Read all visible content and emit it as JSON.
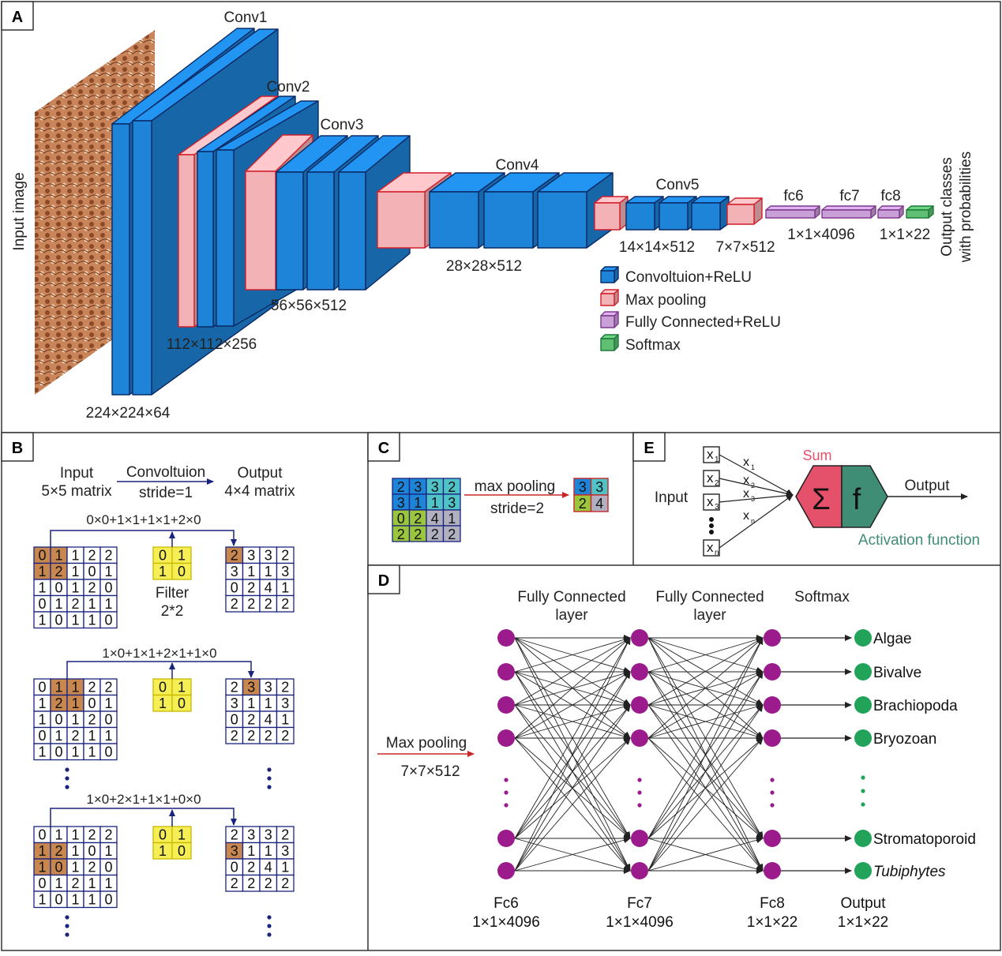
{
  "panel_a": {
    "letter": "A",
    "input_label": "Input image",
    "layers": {
      "conv1": "Conv1",
      "conv2": "Conv2",
      "conv3": "Conv3",
      "conv4": "Conv4",
      "conv5": "Conv5",
      "fc6": "fc6",
      "fc7": "fc7",
      "fc8": "fc8"
    },
    "dims": {
      "d1": "224×224×64",
      "d2": "112×112×256",
      "d3": "56×56×512",
      "d4": "28×28×512",
      "d5": "14×14×512",
      "d6": "7×7×512",
      "d7": "1×1×4096",
      "d8": "1×1×22"
    },
    "output_line1": "Output classes",
    "output_line2": "with probabilities",
    "legend": [
      "Convoltuion+ReLU",
      "Max pooling",
      "Fully Connected+ReLU",
      "Softmax"
    ]
  },
  "panel_b": {
    "letter": "B",
    "input_line1": "Input",
    "input_line2": "5×5 matrix",
    "arrow_top": "Convoltuion",
    "arrow_bottom": "stride=1",
    "output_line1": "Output",
    "output_line2": "4×4 matrix",
    "filter_line1": "Filter",
    "filter_line2": "2*2",
    "equations": [
      "0×0+1×1+1×1+2×0",
      "1×0+1×1+2×1+1×0",
      "1×0+2×1+1×1+0×0"
    ],
    "input_matrix": [
      [
        "0",
        "1",
        "1",
        "2",
        "2"
      ],
      [
        "1",
        "2",
        "1",
        "0",
        "1"
      ],
      [
        "1",
        "0",
        "1",
        "2",
        "0"
      ],
      [
        "0",
        "1",
        "2",
        "1",
        "1"
      ],
      [
        "1",
        "0",
        "1",
        "1",
        "0"
      ]
    ],
    "filter_matrix": [
      [
        "0",
        "1"
      ],
      [
        "1",
        "0"
      ]
    ],
    "output_matrix": [
      [
        "2",
        "3",
        "3",
        "2"
      ],
      [
        "3",
        "1",
        "1",
        "3"
      ],
      [
        "0",
        "2",
        "4",
        "1"
      ],
      [
        "2",
        "2",
        "2",
        "2"
      ]
    ]
  },
  "panel_c": {
    "letter": "C",
    "label_top": "max pooling",
    "label_bottom": "stride=2",
    "input_matrix": [
      [
        "2",
        "3",
        "3",
        "2"
      ],
      [
        "3",
        "1",
        "1",
        "3"
      ],
      [
        "0",
        "2",
        "4",
        "1"
      ],
      [
        "2",
        "2",
        "2",
        "2"
      ]
    ],
    "output_matrix": [
      [
        "3",
        "3"
      ],
      [
        "2",
        "4"
      ]
    ]
  },
  "panel_d": {
    "letter": "D",
    "header1_line1": "Fully Connected",
    "header1_line2": "layer",
    "header2_line1": "Fully Connected",
    "header2_line2": "layer",
    "header3": "Softmax",
    "input_label": "Max pooling",
    "input_dim": "7×7×512",
    "classes": [
      "Algae",
      "Bivalve",
      "Brachiopoda",
      "Bryozoan",
      "Stromatoporoid",
      "Tubiphytes"
    ],
    "footer": [
      {
        "name": "Fc6",
        "dim": "1×1×4096"
      },
      {
        "name": "Fc7",
        "dim": "1×1×4096"
      },
      {
        "name": "Fc8",
        "dim": "1×1×22"
      },
      {
        "name": "Output",
        "dim": "1×1×22"
      }
    ]
  },
  "panel_e": {
    "letter": "E",
    "input_label": "Input",
    "sum_label": "Sum",
    "output_label": "Output",
    "activation_label": "Activation function",
    "sigma": "Σ",
    "f": "f",
    "x": "x",
    "subs": [
      "1",
      "2",
      "3",
      "n"
    ]
  },
  "colors": {
    "conv": "#1e84d8",
    "pool": "#f3b3b6",
    "fc": "#c9a0d8",
    "softmax": "#5fbf73",
    "neuron": "#9b1b8c",
    "class_dot": "#22a35a",
    "orange": "#c8874e",
    "yellow": "#f5ef55",
    "sum_red": "#e5506a",
    "act_green": "#3f8d75"
  }
}
